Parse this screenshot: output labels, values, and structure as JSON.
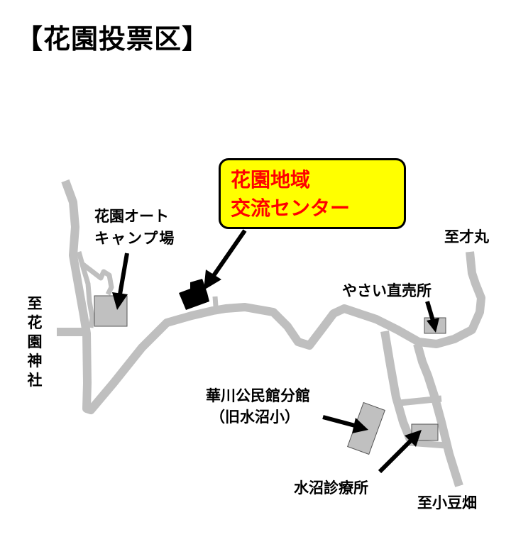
{
  "title": "【花園投票区】",
  "callout": {
    "line1": "花園地域",
    "line2": "交流センター"
  },
  "labels": {
    "campground_line1": "花園オート",
    "campground_line2": "キャンプ場",
    "to_kaen_shrine": [
      "至",
      "花",
      "園",
      "神",
      "社"
    ],
    "to_saimaru": "至才丸",
    "vegetable_stand": "やさい直売所",
    "hall_line1": "華川公民館分館",
    "hall_line2": "（旧水沼小）",
    "clinic": "水沼診療所",
    "to_koduhata": "至小豆畑"
  },
  "colors": {
    "road": "#bfbfbf",
    "building": "#c0c0c0",
    "callout_bg": "#ffff00",
    "callout_text": "#ff0000"
  }
}
